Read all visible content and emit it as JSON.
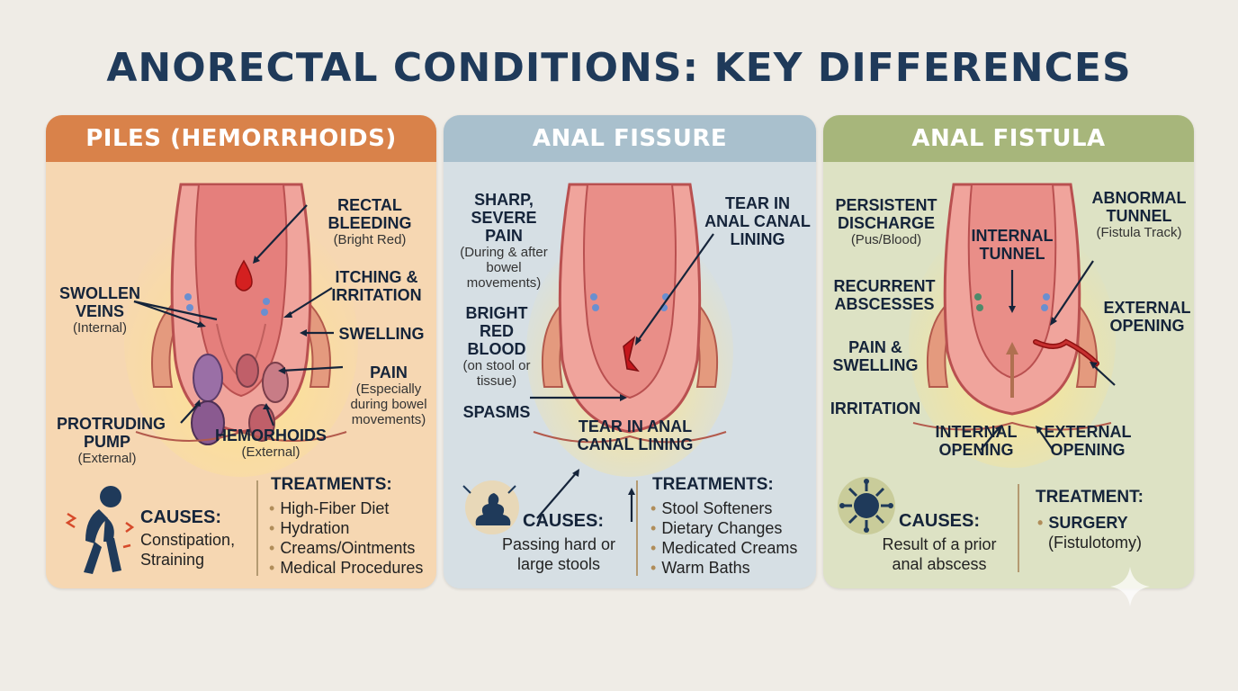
{
  "title": "ANORECTAL CONDITIONS: KEY DIFFERENCES",
  "piles": {
    "header": "PILES (HEMORRHOIDS)",
    "labels": {
      "rectal_bleeding": "RECTAL BLEEDING",
      "rectal_bleeding_sub": "(Bright Red)",
      "itching": "ITCHING & IRRITATION",
      "swollen_veins": "SWOLLEN VEINS",
      "swollen_veins_sub": "(Internal)",
      "swelling": "SWELLING",
      "pain": "PAIN",
      "pain_sub": "(Especially during bowel movements)",
      "protruding": "PROTRUDING PUMP",
      "protruding_sub": "(External)",
      "hemorhoids": "HEMORHOIDS",
      "hemorhoids_sub": "(External)"
    },
    "causes_title": "CAUSES:",
    "causes_text": "Constipation, Straining",
    "treatments_title": "TREATMENTS:",
    "treatments": [
      "High-Fiber Diet",
      "Hydration",
      "Creams/Ointments",
      "Medical Procedures"
    ]
  },
  "fissure": {
    "header": "ANAL FISSURE",
    "labels": {
      "sharp_pain": "SHARP, SEVERE PAIN",
      "sharp_pain_sub": "(During & after bowel movements)",
      "tear_top": "TEAR IN ANAL CANAL LINING",
      "bright_red": "BRIGHT RED BLOOD",
      "bright_red_sub": "(on stool or tissue)",
      "spasms": "SPASMS",
      "tear_bottom": "TEAR IN ANAL CANAL LINING"
    },
    "causes_title": "CAUSES:",
    "causes_text": "Passing hard or large stools",
    "treatments_title": "TREATMENTS:",
    "treatments": [
      "Stool Softeners",
      "Dietary Changes",
      "Medicated Creams",
      "Warm Baths"
    ]
  },
  "fistula": {
    "header": "ANAL FISTULA",
    "labels": {
      "discharge": "PERSISTENT DISCHARGE",
      "discharge_sub": "(Pus/Blood)",
      "internal_tunnel": "INTERNAL TUNNEL",
      "abnormal_tunnel": "ABNORMAL TUNNEL",
      "abnormal_tunnel_sub": "(Fistula Track)",
      "recurrent": "RECURRENT ABSCESSES",
      "external_opening_right": "EXTERNAL OPENING",
      "pain_swelling": "PAIN & SWELLING",
      "irritation": "IRRITATION",
      "internal_opening": "INTERNAL OPENING",
      "external_opening_bottom": "EXTERNAL OPENING"
    },
    "causes_title": "CAUSES:",
    "causes_text": "Result of a prior anal abscess",
    "treatment_title": "TREATMENT:",
    "treatment_main": "SURGERY",
    "treatment_sub": "(Fistulotomy)"
  },
  "colors": {
    "title": "#1f3a5a",
    "piles_header": "#d9824a",
    "piles_bg": "#f6d7b2",
    "fissure_header": "#a9c0cd",
    "fissure_bg": "#d6dfe4",
    "fistula_header": "#a7b67b",
    "fistula_bg": "#dde2c4",
    "tissue": "#e88c87",
    "blood": "#d42020"
  },
  "icons": [
    "person-cramp-icon",
    "stool-icon",
    "bacteria-icon",
    "blood-drop-icon",
    "sparkle-icon"
  ]
}
